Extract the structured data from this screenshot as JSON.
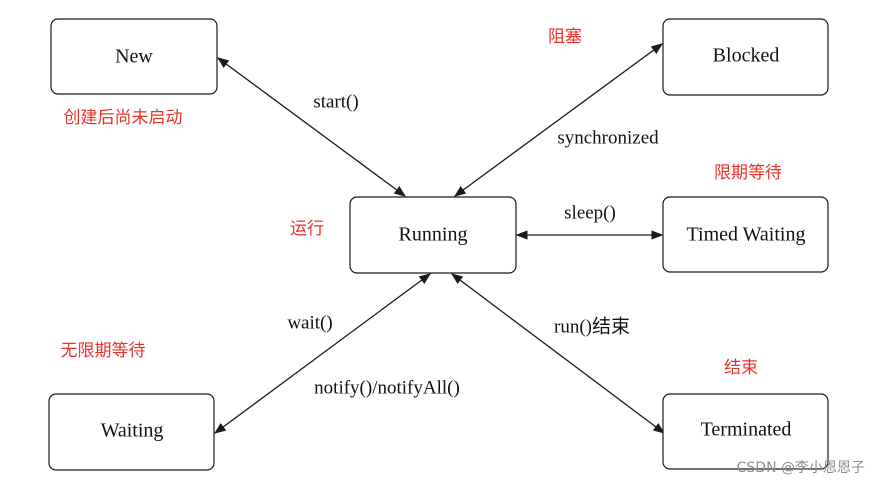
{
  "states": {
    "new": "New",
    "blocked": "Blocked",
    "running": "Running",
    "timed_waiting": "Timed Waiting",
    "waiting": "Waiting",
    "terminated": "Terminated"
  },
  "transitions": {
    "start": "start()",
    "synchronized": "synchronized",
    "sleep": "sleep()",
    "wait": "wait()",
    "notify": "notify()/notifyAll()",
    "run_end": "run()结束"
  },
  "annotations": {
    "new_note": "创建后尚未启动",
    "blocked_note": "阻塞",
    "timed_waiting_note": "限期等待",
    "running_note": "运行",
    "waiting_note": "无限期等待",
    "terminated_note": "结束"
  },
  "watermark": "CSDN @李小恩恩子",
  "colors": {
    "note": "#e8332a",
    "line": "#1a1a1a",
    "box_border": "#1a1a1a",
    "watermark": "#8c8c8c"
  }
}
